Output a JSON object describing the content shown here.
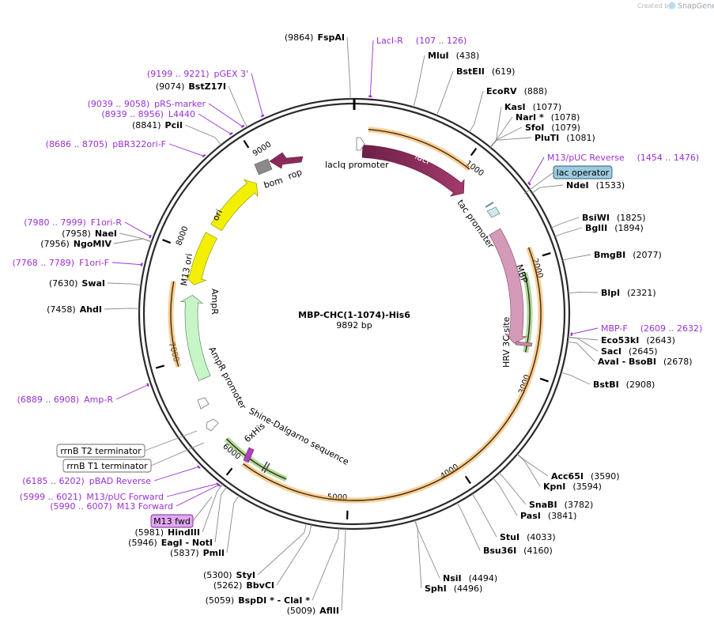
{
  "credit": {
    "created_by": "Created by",
    "brand": "SnapGene"
  },
  "plasmid": {
    "name": "MBP-CHC(1-1074)-His6",
    "length_label": "9892 bp",
    "length_bp": 9892
  },
  "colors": {
    "primer": "#9a2fd2",
    "lacI": "#8b2a5a",
    "ori": "#f2f000",
    "ampr": "#c8f5c8",
    "mbp": "#d49ab8",
    "orf_band": "#f2a640",
    "his": "#b040c0",
    "lac_operator": "#9ccbe0"
  },
  "ticks": [
    {
      "bp": 1000,
      "label": "1000"
    },
    {
      "bp": 2000,
      "label": "2000"
    },
    {
      "bp": 3000,
      "label": "3000"
    },
    {
      "bp": 4000,
      "label": "4000"
    },
    {
      "bp": 5000,
      "label": "5000"
    },
    {
      "bp": 6000,
      "label": "6000"
    },
    {
      "bp": 7000,
      "label": "7000"
    },
    {
      "bp": 8000,
      "label": "8000"
    },
    {
      "bp": 9000,
      "label": "9000"
    }
  ],
  "right_sites": [
    {
      "name": "MluI",
      "pos": "(438)",
      "bp": 438,
      "row": 0
    },
    {
      "name": "BstEII",
      "pos": "(619)",
      "bp": 619,
      "row": 1
    },
    {
      "name": "EcoRV",
      "pos": "(888)",
      "bp": 888,
      "row": 2
    },
    {
      "name": "KasI",
      "pos": "(1077)",
      "bp": 1077,
      "row": 3
    },
    {
      "name": "NarI *",
      "pos": "(1078)",
      "bp": 1078,
      "row": 4
    },
    {
      "name": "SfoI",
      "pos": "(1079)",
      "bp": 1079,
      "row": 5
    },
    {
      "name": "PluTI",
      "pos": "(1081)",
      "bp": 1081,
      "row": 6
    },
    {
      "name": "NdeI",
      "pos": "(1533)",
      "bp": 1533,
      "row": 7
    },
    {
      "name": "BsiWI",
      "pos": "(1825)",
      "bp": 1825,
      "row": 8
    },
    {
      "name": "BglII",
      "pos": "(1894)",
      "bp": 1894,
      "row": 9
    },
    {
      "name": "BmgBI",
      "pos": "(2077)",
      "bp": 2077,
      "row": 10
    },
    {
      "name": "BlpI",
      "pos": "(2321)",
      "bp": 2321,
      "row": 11
    },
    {
      "name": "Eco53kI",
      "pos": "(2643)",
      "bp": 2643,
      "row": 12
    },
    {
      "name": "SacI",
      "pos": "(2645)",
      "bp": 2645,
      "row": 13
    },
    {
      "name": "AvaI - BsoBI",
      "pos": "(2678)",
      "bp": 2678,
      "row": 14
    },
    {
      "name": "BstBI",
      "pos": "(2908)",
      "bp": 2908,
      "row": 15
    },
    {
      "name": "Acc65I",
      "pos": "(3590)",
      "bp": 3590,
      "row": 16
    },
    {
      "name": "KpnI",
      "pos": "(3594)",
      "bp": 3594,
      "row": 17
    },
    {
      "name": "SnaBI",
      "pos": "(3782)",
      "bp": 3782,
      "row": 18
    },
    {
      "name": "PasI",
      "pos": "(3841)",
      "bp": 3841,
      "row": 19
    },
    {
      "name": "StuI",
      "pos": "(4033)",
      "bp": 4033,
      "row": 20
    },
    {
      "name": "Bsu36I",
      "pos": "(4160)",
      "bp": 4160,
      "row": 21
    },
    {
      "name": "NsiI",
      "pos": "(4494)",
      "bp": 4494,
      "row": 22
    },
    {
      "name": "SphI",
      "pos": "(4496)",
      "bp": 4496,
      "row": 23
    }
  ],
  "left_sites": [
    {
      "name": "FspAI",
      "pos": "(9864)",
      "bp": 9864,
      "row": 0
    },
    {
      "name": "BstZ17I",
      "pos": "(9074)",
      "bp": 9074,
      "row": 1
    },
    {
      "name": "PciI",
      "pos": "(8841)",
      "bp": 8841,
      "row": 2
    },
    {
      "name": "NaeI",
      "pos": "(7958)",
      "bp": 7958,
      "row": 3
    },
    {
      "name": "NgoMIV",
      "pos": "(7956)",
      "bp": 7956,
      "row": 4
    },
    {
      "name": "SwaI",
      "pos": "(7630)",
      "bp": 7630,
      "row": 5
    },
    {
      "name": "AhdI",
      "pos": "(7458)",
      "bp": 7458,
      "row": 6
    },
    {
      "name": "HindIII",
      "pos": "(5981)",
      "bp": 5981,
      "row": 7
    },
    {
      "name": "EagI - NotI",
      "pos": "(5946)",
      "bp": 5946,
      "row": 8
    },
    {
      "name": "PmlI",
      "pos": "(5837)",
      "bp": 5837,
      "row": 9
    },
    {
      "name": "StyI",
      "pos": "(5300)",
      "bp": 5300,
      "row": 10
    },
    {
      "name": "BbvCI",
      "pos": "(5262)",
      "bp": 5262,
      "row": 11
    },
    {
      "name": "BspDI * - ClaI *",
      "pos": "(5059)",
      "bp": 5059,
      "row": 12
    },
    {
      "name": "AflII",
      "pos": "(5009)",
      "bp": 5009,
      "row": 13
    }
  ],
  "primers": [
    {
      "name": "LacI-R",
      "range": "(107 .. 126)",
      "bp": 116,
      "row": 0
    },
    {
      "name": "M13/pUC Reverse",
      "range": "(1454 .. 1476)",
      "bp": 1465,
      "row": 1
    },
    {
      "name": "MBP-F",
      "range": "(2609 .. 2632)",
      "bp": 2620,
      "row": 2
    },
    {
      "name": "pGEX 3'",
      "range": "(9199 .. 9221)",
      "bp": 9210,
      "row": 3
    },
    {
      "name": "pRS-marker",
      "range": "(9039 .. 9058)",
      "bp": 9048,
      "row": 4
    },
    {
      "name": "L4440",
      "range": "(8939 .. 8956)",
      "bp": 8948,
      "row": 5
    },
    {
      "name": "pBR322ori-F",
      "range": "(8686 .. 8705)",
      "bp": 8695,
      "row": 6
    },
    {
      "name": "F1ori-R",
      "range": "(7980 .. 7999)",
      "bp": 7990,
      "row": 7
    },
    {
      "name": "F1ori-F",
      "range": "(7768 .. 7789)",
      "bp": 7778,
      "row": 8
    },
    {
      "name": "Amp-R",
      "range": "(6889 .. 6908)",
      "bp": 6898,
      "row": 9
    },
    {
      "name": "pBAD Reverse",
      "range": "(6185 .. 6202)",
      "bp": 6194,
      "row": 10
    },
    {
      "name": "M13/pUC Forward",
      "range": "(5999 .. 6021)",
      "bp": 6010,
      "row": 11
    },
    {
      "name": "M13 Forward",
      "range": "(5990 .. 6007)",
      "bp": 5998,
      "row": 12
    }
  ],
  "boxed": [
    {
      "label": "lac operator",
      "bp": 1500,
      "style": "blue",
      "row": 0
    },
    {
      "label": "rrnB T2 terminator",
      "bp": 6440,
      "style": "white",
      "row": 1
    },
    {
      "label": "rrnB T1 terminator",
      "bp": 6330,
      "style": "white",
      "row": 2
    },
    {
      "label": "M13 fwd",
      "bp": 5998,
      "style": "purple",
      "row": 3
    }
  ],
  "features": {
    "lacI": {
      "label": "lacI",
      "start": 80,
      "end": 1160
    },
    "lacIq": {
      "label": "lacIq promoter"
    },
    "tac": {
      "label": "tac promoter"
    },
    "mbp": {
      "label": "MBP",
      "start": 1640,
      "end": 2760
    },
    "hrv": {
      "label": "HRV 3C site"
    },
    "his": {
      "label": "6xHis"
    },
    "sd": {
      "label": "Shine-Dalgarno sequence"
    },
    "ampr": {
      "label": "AmpR",
      "start": 6780,
      "end": 7600
    },
    "amp_promoter": {
      "label": "AmpR promoter"
    },
    "m13ori": {
      "label": "M13 ori",
      "start": 8210,
      "end": 7700
    },
    "ori": {
      "label": "ori",
      "start": 8300,
      "end": 8880
    },
    "rop": {
      "label": "rop"
    },
    "bom": {
      "label": "bom"
    }
  }
}
